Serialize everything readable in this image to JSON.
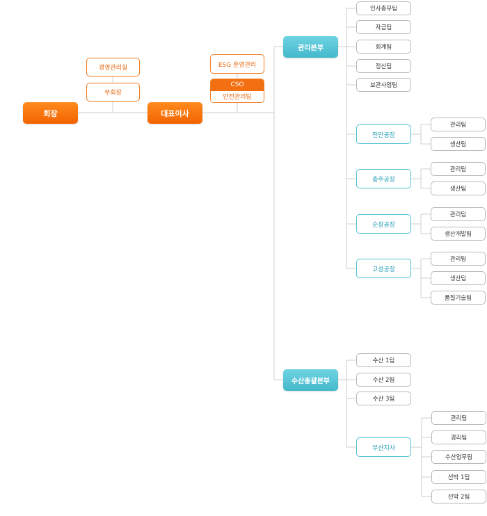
{
  "org": {
    "chairman": "회장",
    "mgmt_office": "경영관리실",
    "vice_chairman": "부회장",
    "ceo": "대표이사",
    "esg": "ESG 운영관리",
    "cso_title": "CSO",
    "cso_team": "안전관리팀",
    "hq_admin": "관리본부",
    "hq_admin_teams": [
      "인사총무팀",
      "자금팀",
      "회계팀",
      "정산팀",
      "보관사업팀"
    ],
    "factories": [
      {
        "name": "천안공장",
        "teams": [
          "관리팀",
          "생산팀"
        ]
      },
      {
        "name": "충주공장",
        "teams": [
          "관리팀",
          "생산팀"
        ]
      },
      {
        "name": "순창공장",
        "teams": [
          "관리팀",
          "생산개발팀"
        ]
      },
      {
        "name": "고성공장",
        "teams": [
          "관리팀",
          "생산팀",
          "품질기술팀"
        ]
      }
    ],
    "hq_marine": "수산총괄본부",
    "hq_marine_teams": [
      "수산 1팀",
      "수산 2팀",
      "수산 3팀"
    ],
    "branch": {
      "name": "부산지사",
      "teams": [
        "관리팀",
        "경리팀",
        "수산업무팀",
        "선박 1팀",
        "선박 2팀"
      ]
    }
  },
  "colors": {
    "orange": "#f26f12",
    "teal": "#4fc1d2",
    "gray_line": "#cccccc"
  }
}
